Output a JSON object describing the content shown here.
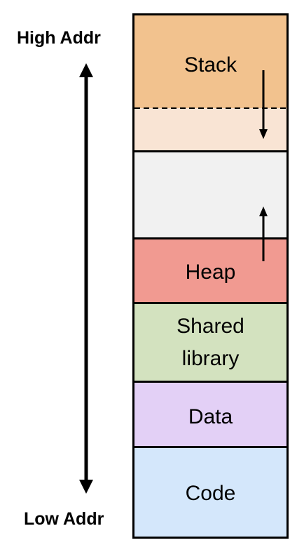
{
  "labels": {
    "high": "High Addr",
    "low": "Low Addr"
  },
  "segments": {
    "stack": "Stack",
    "heap": "Heap",
    "shared_line1": "Shared",
    "shared_line2": "library",
    "data": "Data",
    "code": "Code"
  },
  "colors": {
    "stack": "#f2c28e",
    "stack_growth": "#f9e4d4",
    "free": "#f1f1f1",
    "heap": "#f19a91",
    "shared": "#d3e2bf",
    "data": "#e3d0f6",
    "code": "#d4e7fb"
  }
}
